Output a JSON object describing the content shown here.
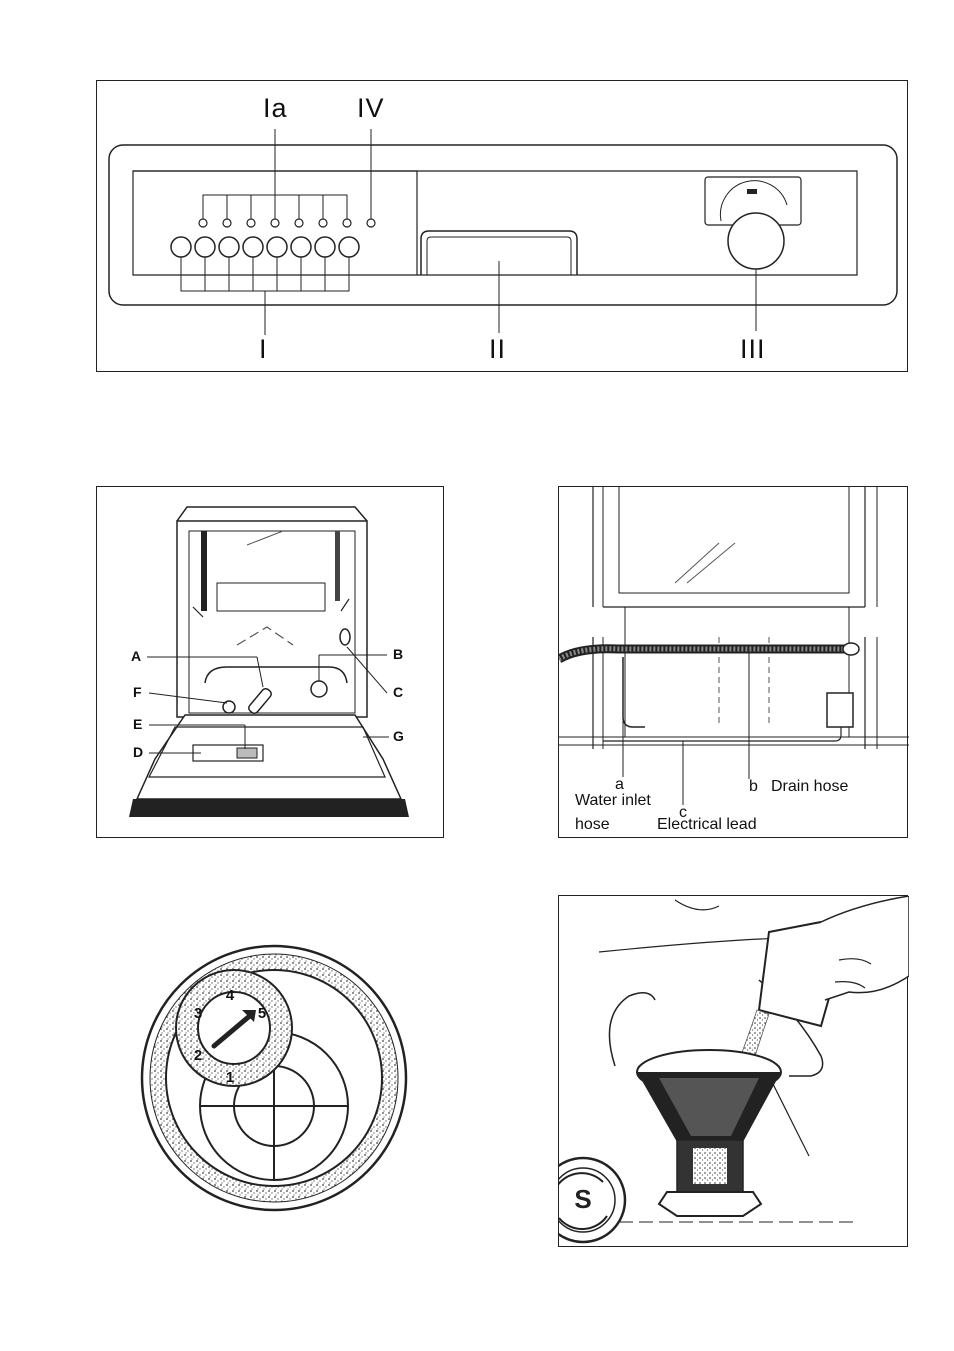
{
  "control_panel": {
    "labels": {
      "ia": "Ia",
      "iv": "IV",
      "i": "I",
      "ii": "II",
      "iii": "III"
    },
    "button_count": 8,
    "indicator_count": 8
  },
  "interior": {
    "labels": {
      "a": "A",
      "b": "B",
      "c": "C",
      "d": "D",
      "e": "E",
      "f": "F",
      "g": "G"
    }
  },
  "connections": {
    "a_letter": "a",
    "a_line1": "Water inlet",
    "a_line2": "hose",
    "b_letter": "b",
    "b_text": "Drain hose",
    "c_letter": "c",
    "c_text": "Electrical lead"
  },
  "dial": {
    "numbers": [
      "1",
      "2",
      "3",
      "4",
      "5"
    ]
  },
  "salt": {
    "cap_letter": "S"
  }
}
